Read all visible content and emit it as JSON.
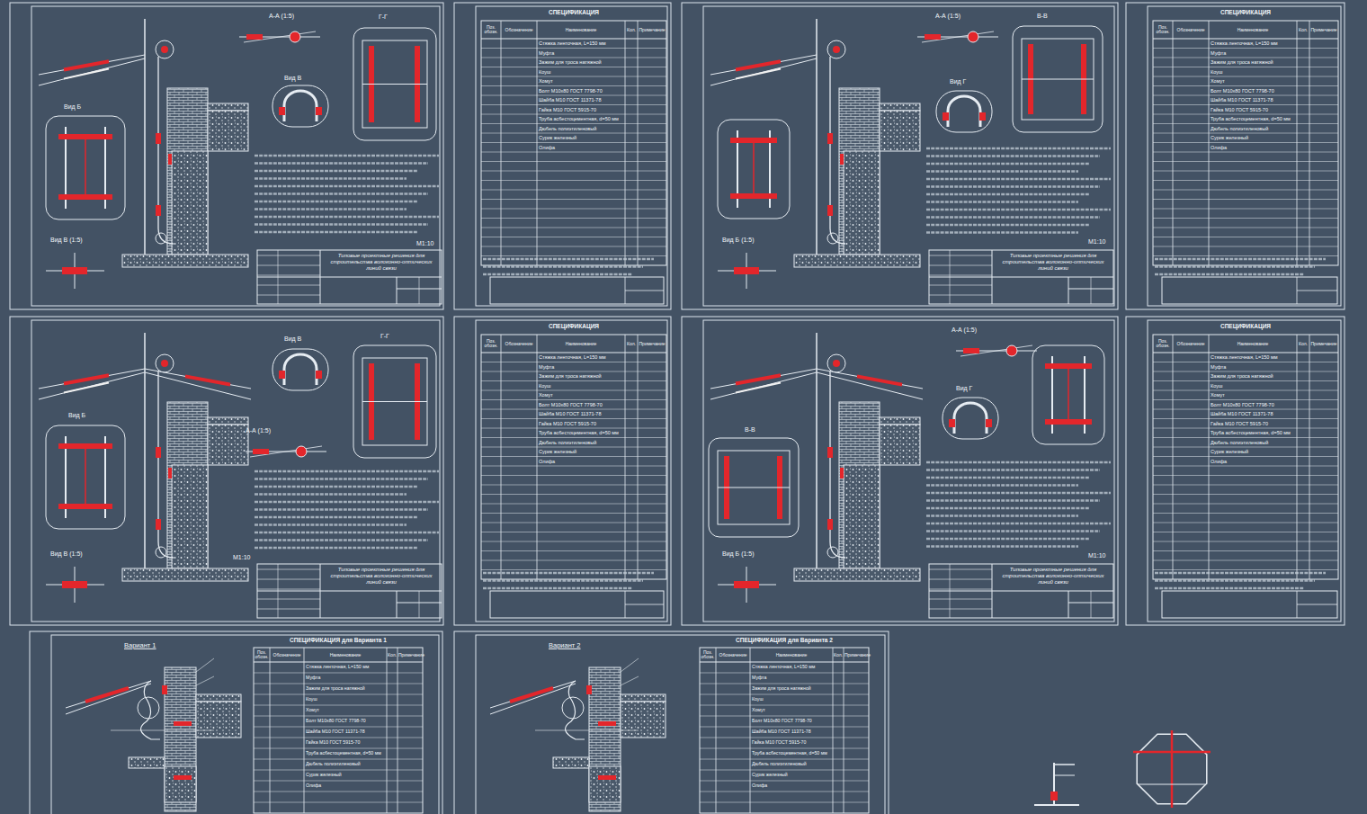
{
  "diagram": {
    "nodes": [
      {
        "text": [
          "Типовые проектные решения для строительства волоконно-оптических линий связи"
        ]
      },
      {
        "text": [
          "Типовые проектные решения для строительства волоконно-оптических линий связи"
        ]
      },
      {
        "text": [
          "Типовые проектные решения для строительства волоконно-оптических линий связи"
        ]
      },
      {
        "text": [
          "Типовые проектные решения для строительства волоконно-оптических линий связи"
        ]
      }
    ],
    "labels": [
      "А-А (1:5)",
      "Г-Г",
      "Вид В",
      "Вид Б",
      "Вид В (1:5)",
      "М1:10",
      "СПЕЦИФИКАЦИЯ",
      "Поз. обозн.",
      "Обозначение",
      "Наименование",
      "Кол.",
      "Примечание",
      "Стяжка ленточная, L=150 мм",
      "Муфта",
      "Зажим для троса натяжной",
      "Коуш",
      "Хомут",
      "Болт М10х80 ГОСТ 7798-70",
      "Шайба М10 ГОСТ 11371-78",
      "Гайка М10 ГОСТ 5915-70",
      "Труба асбестоцементная, d=50 мм",
      "Дюбель полиэтиленовый",
      "Сурик железный",
      "Олифа",
      "А-А (1:5)",
      "В-В",
      "Вид Г",
      "Вид Б (1:5)",
      "М1:10",
      "СПЕЦИФИКАЦИЯ",
      "Поз. обозн.",
      "Обозначение",
      "Наименование",
      "Кол.",
      "Примечание",
      "Стяжка ленточная, L=150 мм",
      "Муфта",
      "Зажим для троса натяжной",
      "Коуш",
      "Хомут",
      "Болт М10х80 ГОСТ 7798-70",
      "Шайба М10 ГОСТ 11371-78",
      "Гайка М10 ГОСТ 5915-70",
      "Труба асбестоцементная, d=50 мм",
      "Дюбель полиэтиленовый",
      "Сурик железный",
      "Олифа",
      "Вид В",
      "Г-Г",
      "Вид Б",
      "А-А (1:5)",
      "Вид В (1:5)",
      "М1:10",
      "СПЕЦИФИКАЦИЯ",
      "Поз. обозн.",
      "Обозначение",
      "Наименование",
      "Кол.",
      "Примечание",
      "Стяжка ленточная, L=150 мм",
      "Муфта",
      "Зажим для троса натяжной",
      "Коуш",
      "Хомут",
      "Болт М10х80 ГОСТ 7798-70",
      "Шайба М10 ГОСТ 11371-78",
      "Гайка М10 ГОСТ 5915-70",
      "Труба асбестоцементная, d=50 мм",
      "Дюбель полиэтиленовый",
      "Сурик железный",
      "Олифа",
      "А-А (1:5)",
      "Вид Г",
      "В-В",
      "Вид Б (1:5)",
      "М1:10",
      "СПЕЦИФИКАЦИЯ",
      "Поз. обозн.",
      "Обозначение",
      "Наименование",
      "Кол.",
      "Примечание",
      "Стяжка ленточная, L=150 мм",
      "Муфта",
      "Зажим для троса натяжной",
      "Коуш",
      "Хомут",
      "Болт М10х80 ГОСТ 7798-70",
      "Шайба М10 ГОСТ 11371-78",
      "Гайка М10 ГОСТ 5915-70",
      "Труба асбестоцементная, d=50 мм",
      "Дюбель полиэтиленовый",
      "Сурик железный",
      "Олифа",
      "Вариант 1",
      "СПЕЦИФИКАЦИЯ для Варианта 1",
      "Поз. обозн.",
      "Обозначение",
      "Наименование",
      "Кол.",
      "Примечание",
      "Стяжка ленточная, L=150 мм",
      "Муфта",
      "Зажим для троса натяжной",
      "Коуш",
      "Хомут",
      "Болт М10х80 ГОСТ 7798-70",
      "Шайба М10 ГОСТ 11371-78",
      "Гайка М10 ГОСТ 5915-70",
      "Труба асбестоцементная, d=50 мм",
      "Дюбель полиэтиленовый",
      "Сурик железный",
      "Олифа",
      "Вариант 2",
      "СПЕЦИФИКАЦИЯ для Варианта 2",
      "Поз. обозн.",
      "Обозначение",
      "Наименование",
      "Кол.",
      "Примечание",
      "Стяжка ленточная, L=150 мм",
      "Муфта",
      "Зажим для троса натяжной",
      "Коуш",
      "Хомут",
      "Болт М10х80 ГОСТ 7798-70",
      "Шайба М10 ГОСТ 11371-78",
      "Гайка М10 ГОСТ 5915-70",
      "Труба асбестоцементная, d=50 мм",
      "Дюбель полиэтиленовый",
      "Сурик железный",
      "Олифа"
    ]
  }
}
